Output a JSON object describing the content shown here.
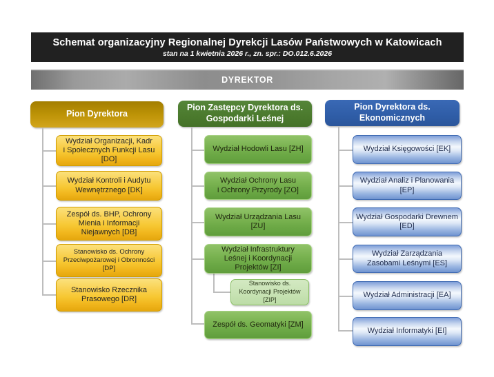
{
  "title": {
    "heading": "Schemat organizacyjny Regionalnej Dyrekcji Lasów Państwowych w Katowicach",
    "subheading": "stan na 1 kwietnia 2026 r., zn. spr.: DO.012.6.2026"
  },
  "director": {
    "label": "DYREKTOR"
  },
  "columns": [
    {
      "id": "pion-dyrektora",
      "header": "Pion Dyrektora",
      "accent": "#C3970D",
      "items": [
        {
          "code": "DO",
          "label": "Wydział Organizacji, Kadr\ni Społecznych Funkcji Lasu\n[DO]"
        },
        {
          "code": "DK",
          "label": "Wydział Kontroli i Audytu\nWewnętrznego [DK]"
        },
        {
          "code": "DB",
          "label": "Zespół ds. BHP, Ochrony\nMienia i Informacji\nNiejawnych [DB]"
        },
        {
          "code": "DP",
          "label": "Stanowisko ds. Ochrony\nPrzeciwpożarowej i Obronności\n[DP]"
        },
        {
          "code": "DR",
          "label": "Stanowisko Rzecznika\nPrasowego [DR]"
        }
      ]
    },
    {
      "id": "pion-zastepcy-dyrektora-gospodarki-lesnej",
      "header": "Pion Zastępcy Dyrektora ds.\nGospodarki Leśnej",
      "accent": "#4B7A2D",
      "items": [
        {
          "code": "ZH",
          "label": "Wydział Hodowli Lasu [ZH]"
        },
        {
          "code": "ZO",
          "label": "Wydział Ochrony Lasu\ni Ochrony Przyrody [ZO]"
        },
        {
          "code": "ZU",
          "label": "Wydział Urządzania Lasu\n[ZU]"
        },
        {
          "code": "ZI",
          "label": "Wydział Infrastruktury\nLeśnej i Koordynacji\nProjektów [ZI]",
          "sub": {
            "code": "ZIP",
            "label": "Stanowisko ds.\nKoordynacji Projektów\n[ZIP]"
          }
        },
        {
          "code": "ZM",
          "label": "Zespół ds. Geomatyki [ZM]"
        }
      ]
    },
    {
      "id": "pion-dyrektora-ekonomicznych",
      "header": "Pion Dyrektora ds.\nEkonomicznych",
      "accent": "#2F5DA7",
      "items": [
        {
          "code": "EK",
          "label": "Wydział Księgowości [EK]"
        },
        {
          "code": "EP",
          "label": "Wydział Analiz i Planowania\n[EP]"
        },
        {
          "code": "ED",
          "label": "Wydział Gospodarki Drewnem\n[ED]"
        },
        {
          "code": "ES",
          "label": "Wydział Zarządzania\nZasobami Leśnymi [ES]"
        },
        {
          "code": "EA",
          "label": "Wydział Administracji [EA]"
        },
        {
          "code": "EI",
          "label": "Wydział Informatyki [EI]"
        }
      ]
    }
  ],
  "colors": {
    "title_bg": "#212121",
    "director_bar_gray": "#8f8f8f",
    "yellow_node_fill": "#F7C833",
    "yellow_node_border": "#D19D00",
    "green_node_fill": "#6BA845",
    "green_node_border": "#A6D183",
    "green_sub_fill": "#C7E2B3",
    "blue_node_fill": "#9DB8E2",
    "blue_node_border": "#3F6AB2",
    "connector_gray": "#BDBDBD"
  }
}
